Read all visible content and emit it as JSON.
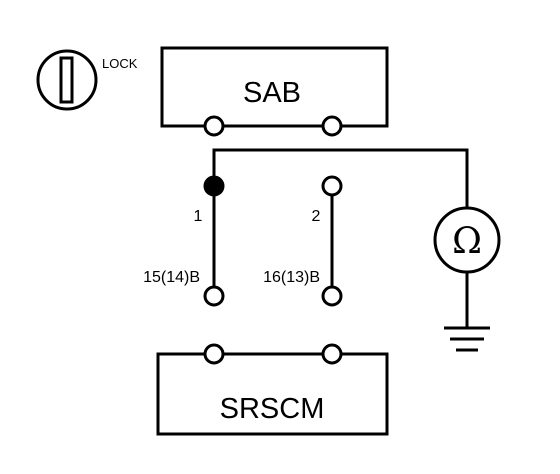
{
  "ignition": {
    "label": "LOCK",
    "icon": "ignition-key-icon"
  },
  "components": {
    "sab": "SAB",
    "srscm": "SRSCM"
  },
  "pins": {
    "pin1_number": "1",
    "pin2_number": "2",
    "pin1_terminal": "15(14)B",
    "pin2_terminal": "16(13)B"
  },
  "meter": {
    "symbol": "Ω",
    "icon": "ohmmeter-icon"
  },
  "ground": {
    "icon": "ground-icon"
  },
  "colors": {
    "line": "#000000",
    "background": "#ffffff"
  }
}
